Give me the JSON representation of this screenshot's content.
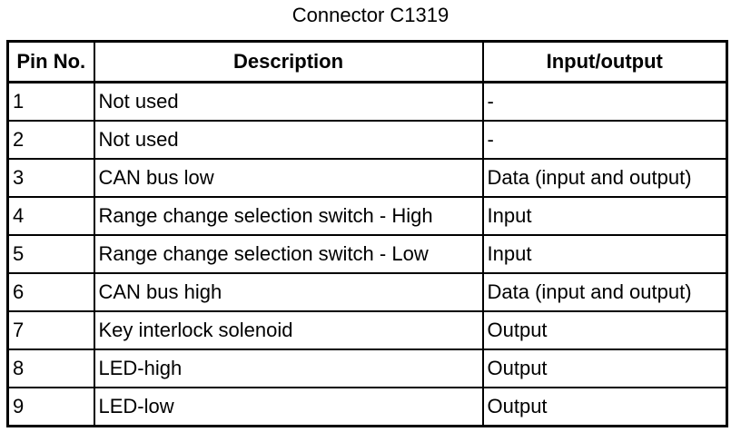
{
  "title": "Connector C1319",
  "table": {
    "headers": {
      "pin": "Pin No.",
      "description": "Description",
      "io": "Input/output"
    },
    "rows": [
      {
        "pin": "1",
        "description": "Not used",
        "io": "-"
      },
      {
        "pin": "2",
        "description": "Not used",
        "io": "-"
      },
      {
        "pin": "3",
        "description": "CAN bus low",
        "io": "Data (input and output)"
      },
      {
        "pin": "4",
        "description": "Range change selection switch - High",
        "io": "Input"
      },
      {
        "pin": "5",
        "description": "Range change selection switch - Low",
        "io": "Input"
      },
      {
        "pin": "6",
        "description": "CAN bus high",
        "io": "Data (input and output)"
      },
      {
        "pin": "7",
        "description": "Key interlock solenoid",
        "io": "Output"
      },
      {
        "pin": "8",
        "description": "LED-high",
        "io": "Output"
      },
      {
        "pin": "9",
        "description": "LED-low",
        "io": "Output"
      }
    ]
  }
}
